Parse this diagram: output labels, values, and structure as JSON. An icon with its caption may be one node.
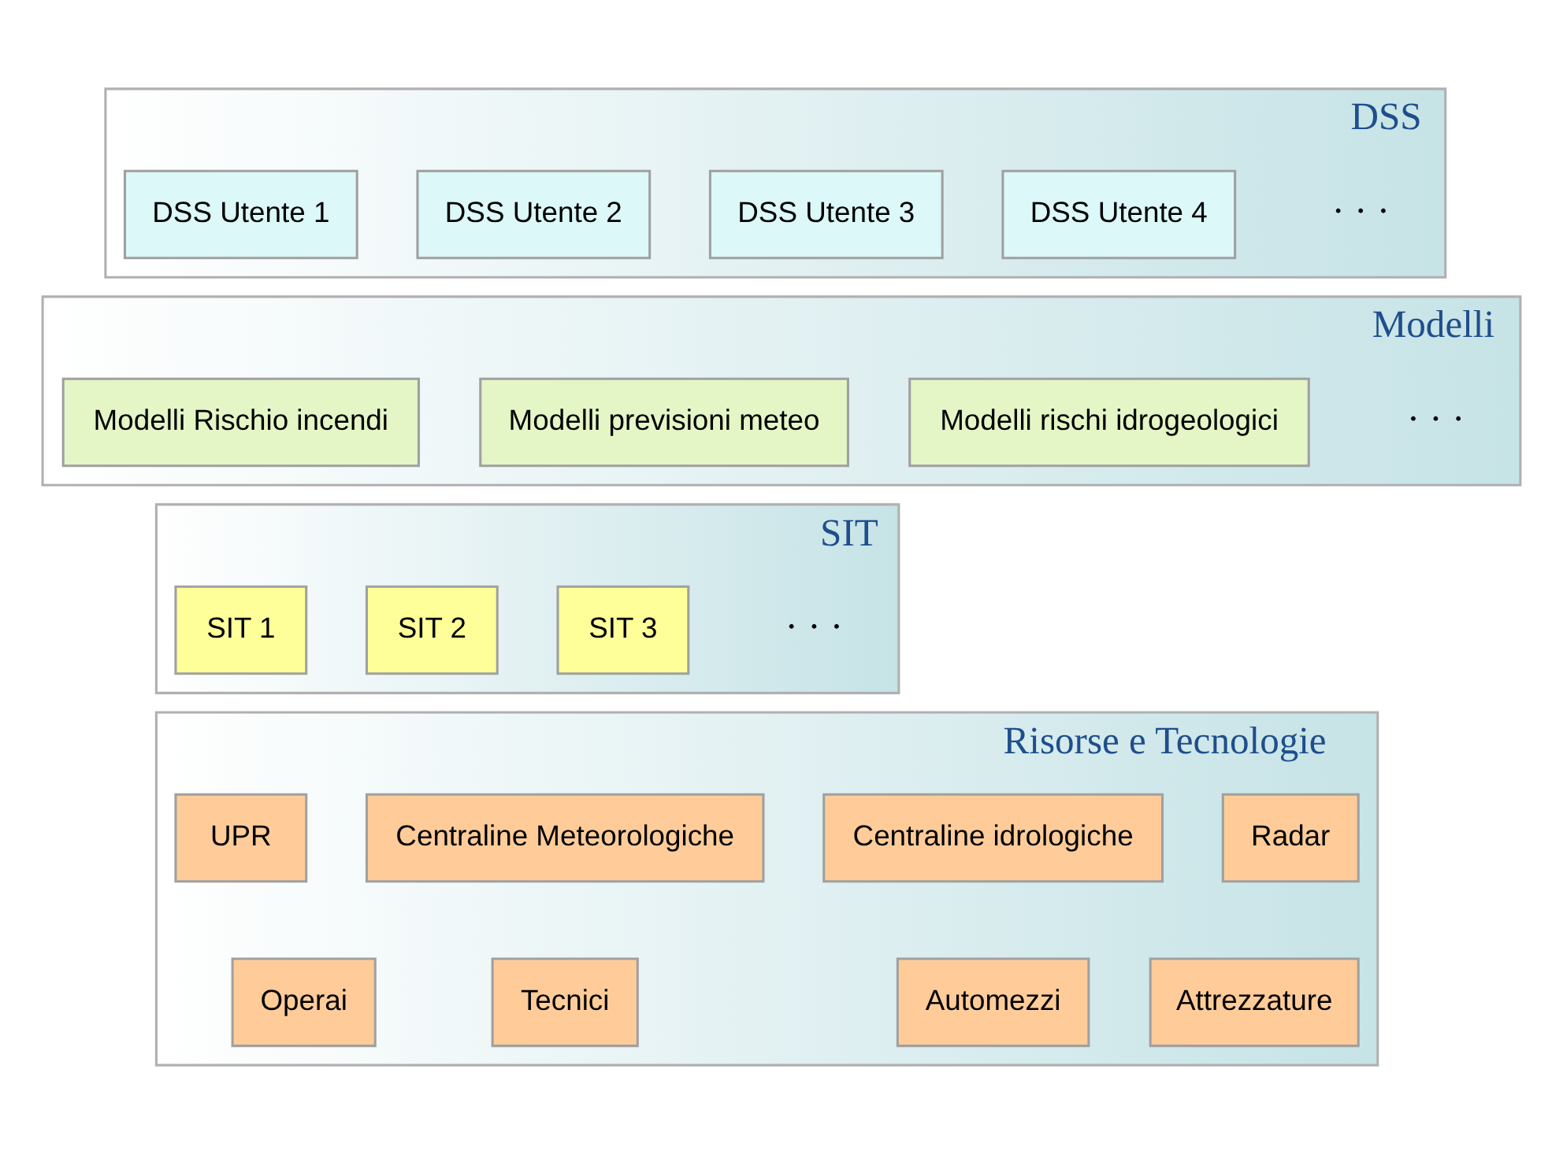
{
  "diagram": {
    "nodes": [
      {
        "text": [
          "DSS"
        ]
      },
      {
        "text": [
          "DSS Utente 1"
        ],
        "in": 0
      },
      {
        "text": [
          "DSS Utente 2"
        ],
        "in": 0
      },
      {
        "text": [
          "DSS Utente 3"
        ],
        "in": 0
      },
      {
        "text": [
          "DSS Utente 4"
        ],
        "in": 0
      },
      {
        "text": [
          "Modelli"
        ]
      },
      {
        "text": [
          "Modelli Rischio incendi"
        ],
        "in": 5
      },
      {
        "text": [
          "Modelli previsioni meteo"
        ],
        "in": 5
      },
      {
        "text": [
          "Modelli rischi idrogeologici"
        ],
        "in": 5
      },
      {
        "text": [
          "SIT"
        ]
      },
      {
        "text": [
          "SIT 1"
        ],
        "in": 9
      },
      {
        "text": [
          "SIT 2"
        ],
        "in": 9
      },
      {
        "text": [
          "SIT 3"
        ],
        "in": 9
      },
      {
        "text": [
          "Risorse e Tecnologie"
        ]
      },
      {
        "text": [
          "UPR"
        ],
        "in": 13
      },
      {
        "text": [
          "Centraline Meteorologiche"
        ],
        "in": 13
      },
      {
        "text": [
          "Centraline idrologiche"
        ],
        "in": 13
      },
      {
        "text": [
          "Radar"
        ],
        "in": 13
      },
      {
        "text": [
          "Operai"
        ],
        "in": 13
      },
      {
        "text": [
          "Tecnici"
        ],
        "in": 13
      },
      {
        "text": [
          "Automezzi"
        ],
        "in": 13
      },
      {
        "text": [
          "Attrezzature"
        ],
        "in": 13
      }
    ],
    "edges": [],
    "labels": [
      "· · ·",
      "· · ·",
      "· · ·"
    ]
  }
}
